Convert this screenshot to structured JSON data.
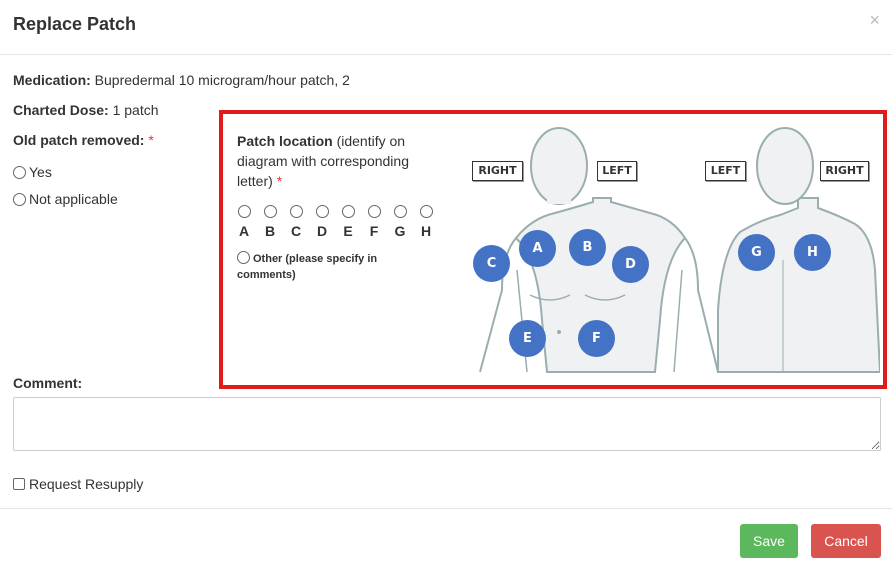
{
  "dialog": {
    "title": "Replace Patch",
    "close": "×"
  },
  "medication": {
    "label": "Medication:",
    "value": "Bupredermal 10 microgram/hour patch, 2"
  },
  "dose": {
    "label": "Charted Dose:",
    "value": "1 patch"
  },
  "old_patch": {
    "label": "Old patch removed:",
    "required": "*",
    "options": [
      "Yes",
      "Not applicable"
    ]
  },
  "patch_location": {
    "label": "Patch location",
    "hint": "(identify on diagram with corresponding letter)",
    "required": "*",
    "letters": [
      "A",
      "B",
      "C",
      "D",
      "E",
      "F",
      "G",
      "H"
    ],
    "other": "Other (please specify in comments)"
  },
  "diagram": {
    "front_right": "RIGHT",
    "front_left": "LEFT",
    "back_left": "LEFT",
    "back_right": "RIGHT",
    "sites": [
      "A",
      "B",
      "C",
      "D",
      "E",
      "F",
      "G",
      "H"
    ],
    "site_color": "#4472c4"
  },
  "comment": {
    "label": "Comment:",
    "value": ""
  },
  "resupply": {
    "label": "Request Resupply"
  },
  "buttons": {
    "save": "Save",
    "cancel": "Cancel"
  }
}
